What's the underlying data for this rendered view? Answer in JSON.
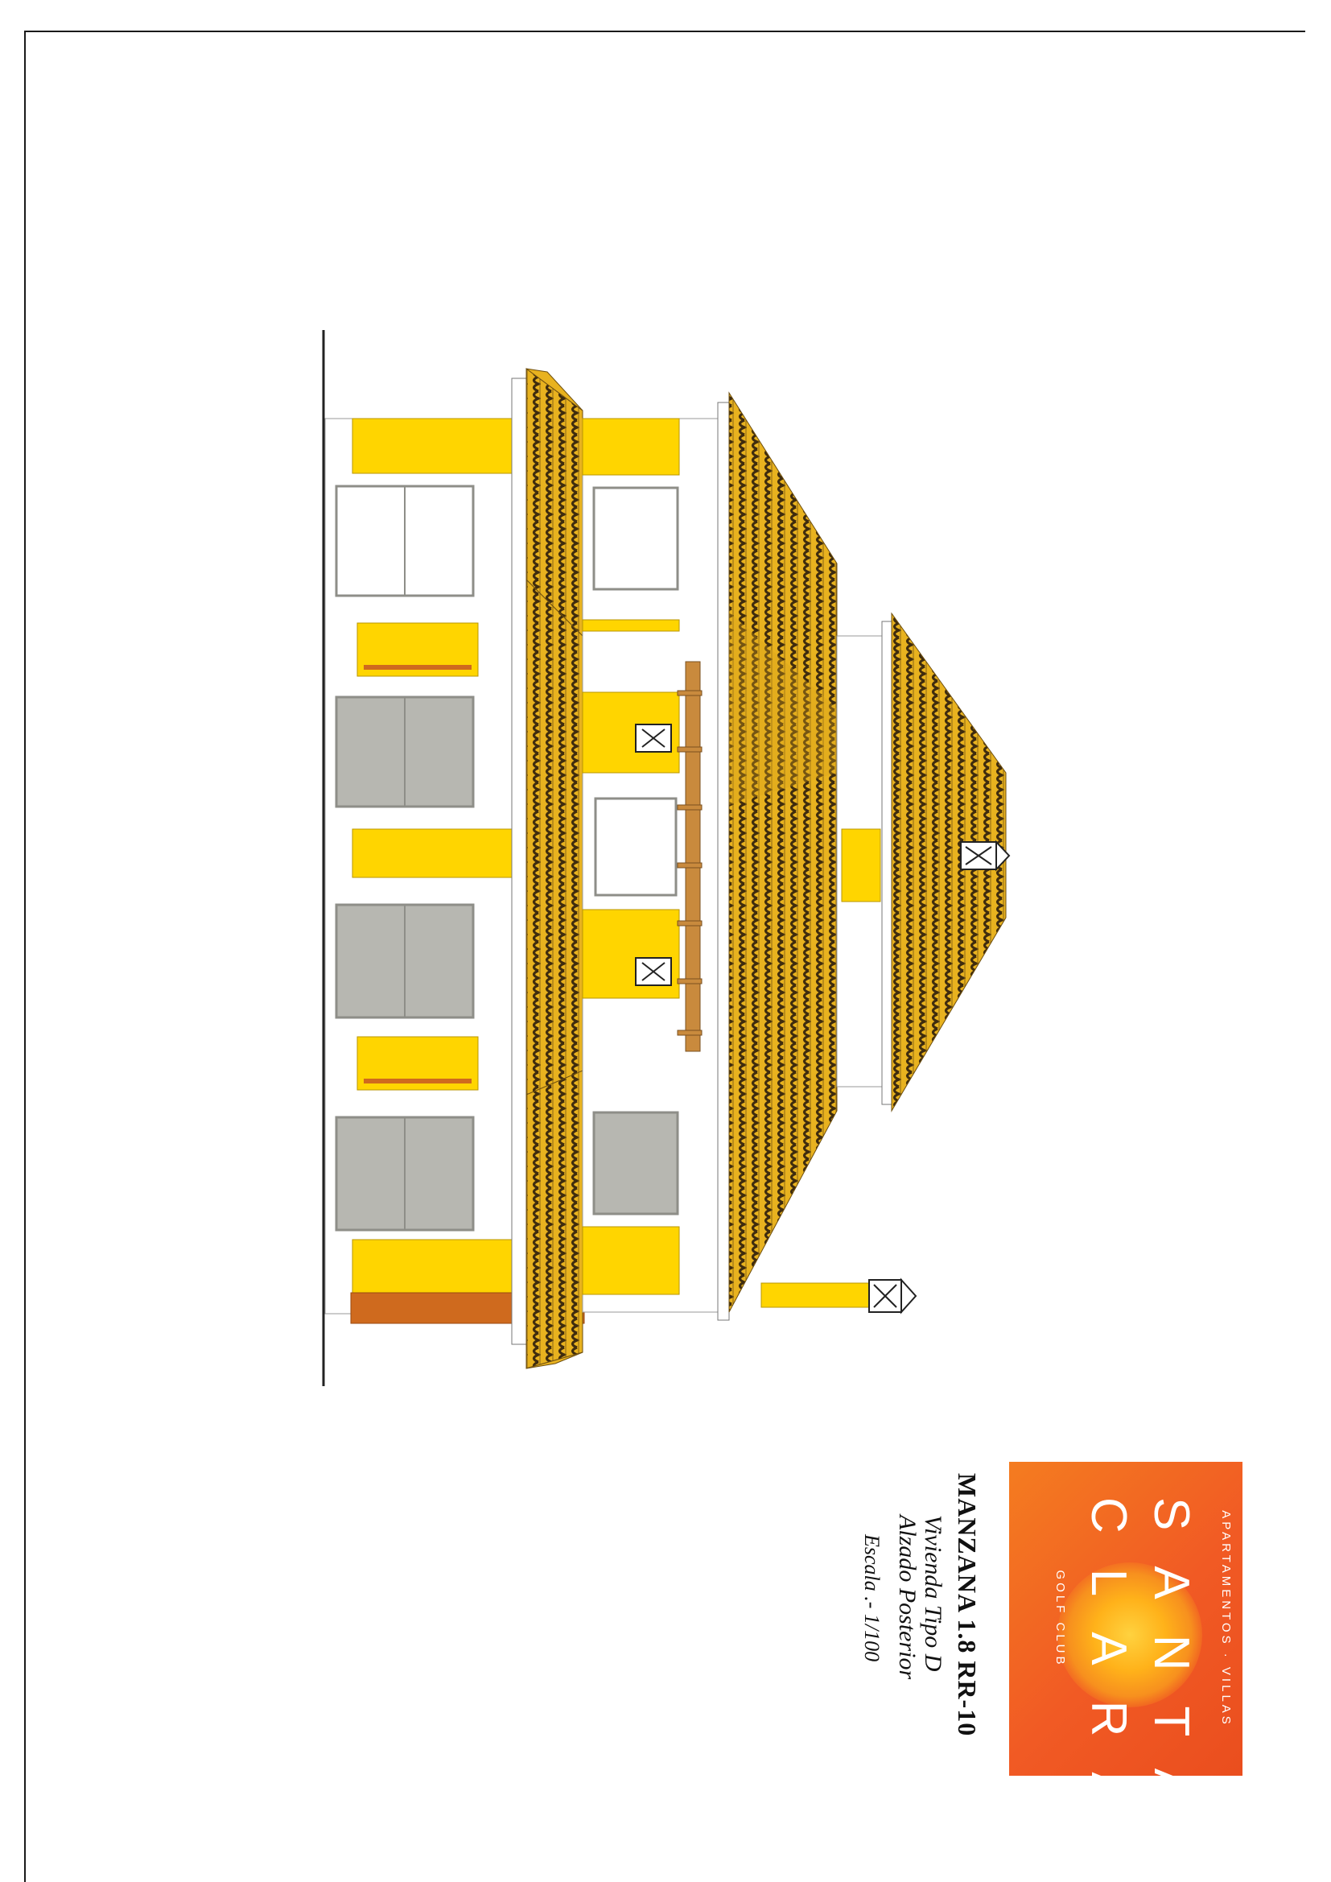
{
  "title_block": {
    "block_name": "MANZANA 1.8 RR-10",
    "subtitle_1": "Vivienda Tipo D",
    "subtitle_2": "Alzado Posterior",
    "scale": "Escala .-  1/100"
  },
  "logo": {
    "top_line": "APARTAMENTOS · VILLAS",
    "name_line_1": "SANTA",
    "name_line_2": "CLARA",
    "bottom_line": "GOLF CLUB"
  },
  "colors": {
    "wall_yellow": "#ffd500",
    "roof_tile": "#e8b21f",
    "tile_shadow": "#4a3512",
    "plinth": "#cf6a1e",
    "glass": "#b7b7b1",
    "wood_beam": "#c98a3d",
    "logo_orange": "#f15a24"
  }
}
